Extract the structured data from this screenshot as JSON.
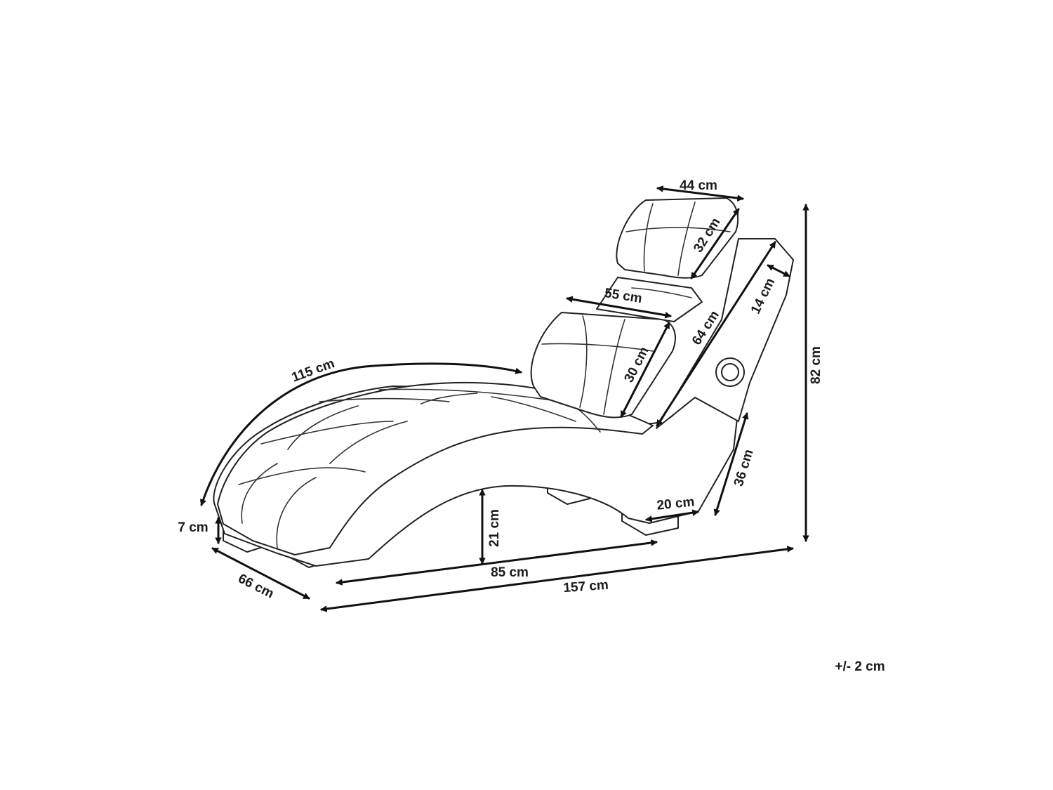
{
  "dimensions": {
    "headrest_width": "44 cm",
    "headrest_height": "32 cm",
    "pillow_width": "55 cm",
    "pillow_height": "30 cm",
    "backrest_length": "64 cm",
    "armrest_width": "14 cm",
    "total_height": "82 cm",
    "seat_curve_length": "115 cm",
    "side_height": "36 cm",
    "base_width": "20 cm",
    "leg_height": "7 cm",
    "clearance_height": "21 cm",
    "base_length": "85 cm",
    "total_depth": "66 cm",
    "total_length": "157 cm"
  },
  "tolerance": "+/- 2 cm",
  "colors": {
    "line": "#222222",
    "arrow": "#111111",
    "background": "#ffffff"
  }
}
